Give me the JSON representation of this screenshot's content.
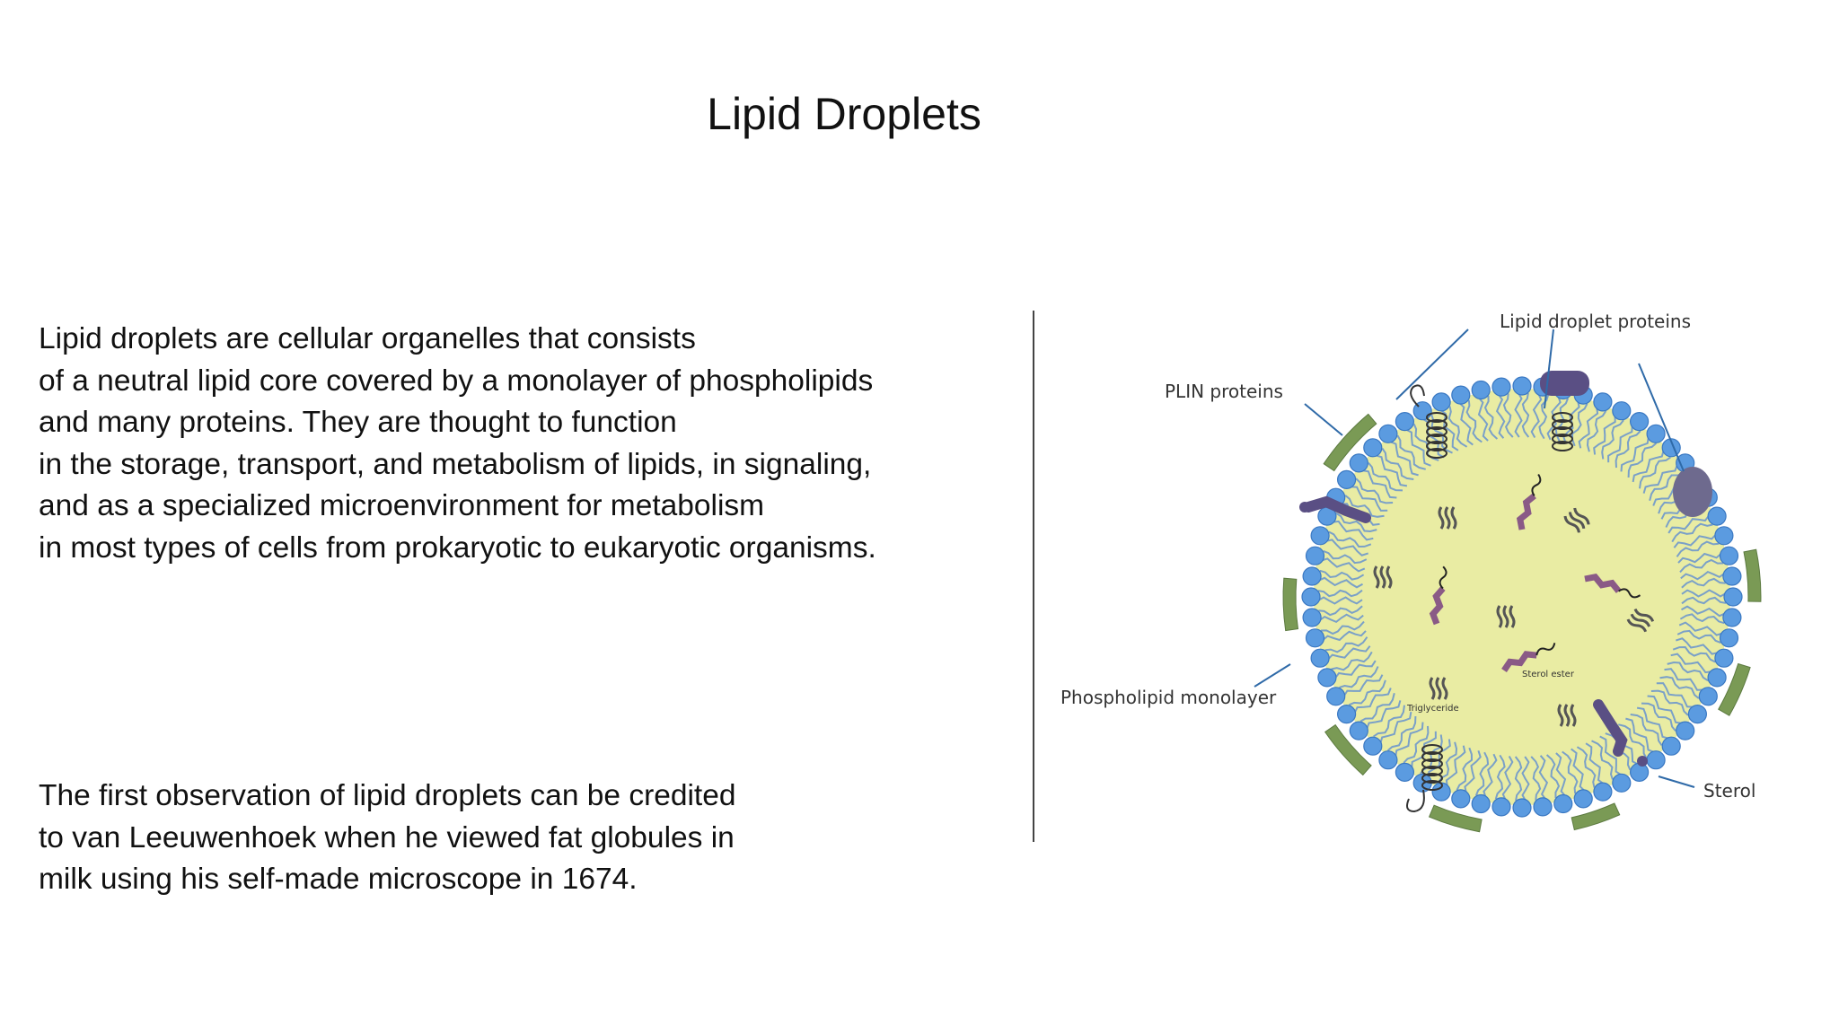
{
  "slide": {
    "title": "Lipid Droplets",
    "paragraph1": [
      "Lipid droplets are cellular organelles that consists",
      "of a neutral lipid core covered by a monolayer of phospholipids",
      "and many proteins. They are thought to function",
      "in the storage, transport, and metabolism of lipids, in signaling,",
      "and as a specialized microenvironment for metabolism",
      "in most types of cells from prokaryotic to eukaryotic organisms."
    ],
    "paragraph2": [
      "The first observation of lipid droplets can be credited",
      "to van Leeuwenhoek when he viewed fat globules in",
      "milk using his self-made microscope in 1674."
    ]
  },
  "diagram": {
    "labels": {
      "lipid_droplet_proteins": "Lipid droplet proteins",
      "plin_proteins": "PLIN proteins",
      "phospholipid_monolayer": "Phospholipid monolayer",
      "sterol": "Sterol",
      "sterol_ester": "Sterol ester",
      "triglyceride": "Triglyceride"
    },
    "colors": {
      "core": "#e9eca3",
      "head": "#5b9be0",
      "tail": "#7aa0c8",
      "plin": "#7a9a55",
      "protein": "#5a4f84",
      "leader": "#2f6aa8"
    }
  }
}
